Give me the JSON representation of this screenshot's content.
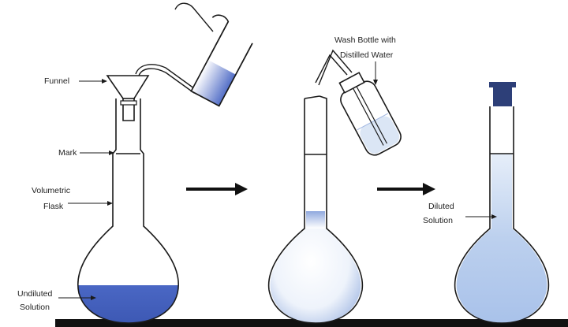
{
  "labels": {
    "funnel": "Funnel",
    "mark": "Mark",
    "flask_line1": "Volumetric",
    "flask_line2": "Flask",
    "undiluted_line1": "Undiluted",
    "undiluted_line2": "Solution",
    "wash_line1": "Wash Bottle with",
    "wash_line2": "Distilled Water",
    "diluted_line1": "Diluted",
    "diluted_line2": "Solution"
  },
  "colors": {
    "solution_dark": "#4a67c4",
    "solution_light": "#c9d8f0",
    "water": "#dbe6f5",
    "outline": "#1a1a1a",
    "stopper": "#2d3f78",
    "bench": "#111111"
  },
  "icons": [
    "funnel-icon",
    "beaker-icon",
    "wash-bottle-icon",
    "volumetric-flask-icon",
    "arrow-right-icon",
    "stopper-icon"
  ]
}
